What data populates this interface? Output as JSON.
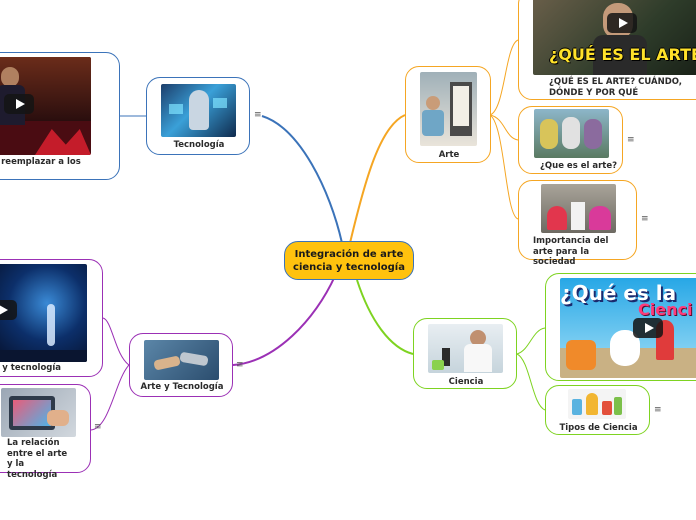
{
  "central": {
    "title": "Integración de arte ciencia y tecnología"
  },
  "branches": {
    "tecnologia": {
      "title": "Tecnología",
      "child": "…ía reemplazar a los"
    },
    "arte_tec": {
      "title": "Arte y Tecnología",
      "child_video": "…te y tecnología",
      "child_relacion": "La relación entre el arte y la tecnología"
    },
    "arte": {
      "title": "Arte",
      "child_video": "¿QUÉ ES EL ARTE? CUÁNDO, DÓNDE Y POR QUÉ",
      "child_video_overlay": "¿QUÉ ES EL ARTE?",
      "child_que": "¿Que es el arte?",
      "child_importancia": "Importancia del arte para la sociedad"
    },
    "ciencia": {
      "title": "Ciencia",
      "child_video_overlay": "¿Qué es la",
      "child_video_overlay2": "Cienci",
      "child_tipos": "Tipos de Ciencia"
    }
  },
  "icons": {
    "note": "≡",
    "play": "play-icon"
  },
  "colors": {
    "central_fill": "#ffc20e",
    "central_border": "#3b73b9",
    "tecnologia": "#3b73b9",
    "arte_tec": "#9b30b5",
    "arte": "#f5a623",
    "ciencia": "#7ed321"
  }
}
